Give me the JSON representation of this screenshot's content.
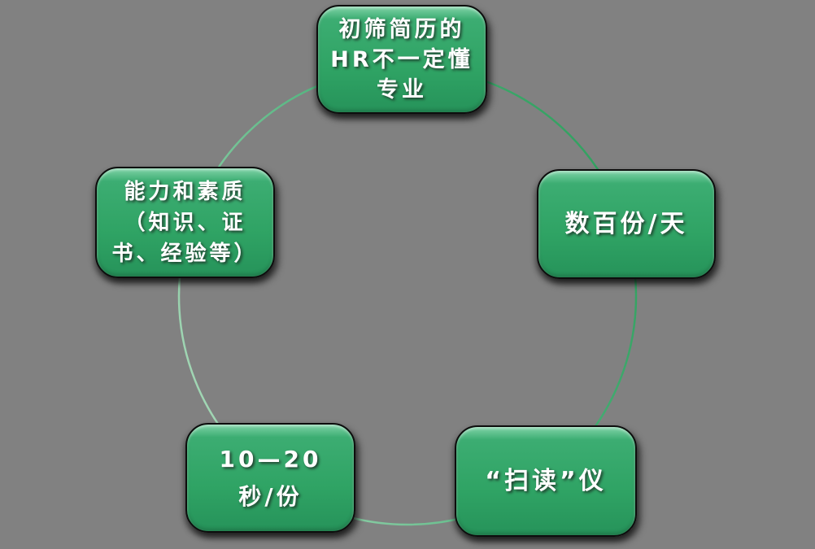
{
  "diagram": {
    "description_colors": {
      "background": "#818181",
      "box_fill": "#2fa364",
      "box_text": "#ffffff",
      "ring_gradient_start": "#2f9f5d",
      "ring_gradient_end": "#a9d9b9"
    },
    "nodes": [
      {
        "id": "top",
        "lines": [
          "初筛简历的",
          "HR不一定懂",
          "专业"
        ]
      },
      {
        "id": "right",
        "lines": [
          "数百份/天"
        ]
      },
      {
        "id": "bottom-right",
        "lines": [
          "“扫读”仪"
        ]
      },
      {
        "id": "bottom-left",
        "lines": [
          "10—20",
          "秒/份"
        ]
      },
      {
        "id": "left",
        "lines": [
          "能力和素质",
          "（知识、证",
          "书、经验等）"
        ]
      }
    ]
  }
}
